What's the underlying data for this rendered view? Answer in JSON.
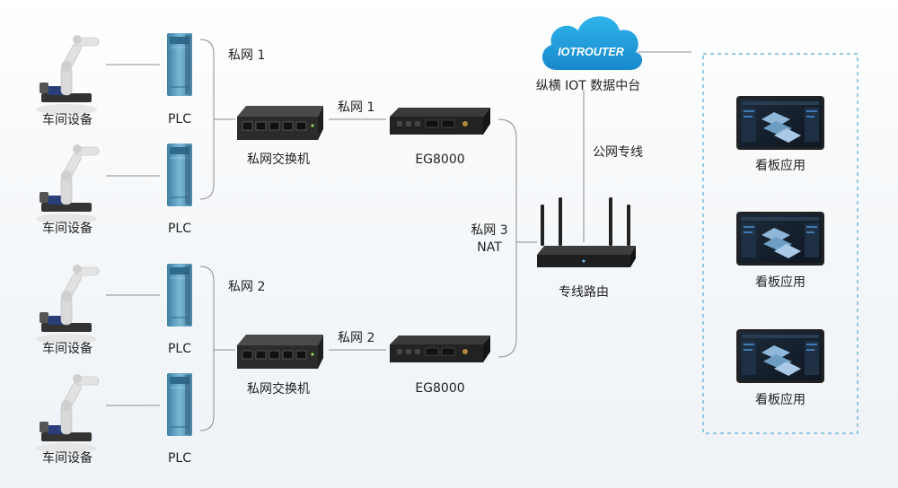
{
  "workshop_label": "车间设备",
  "plc_label": "PLC",
  "switch_label": "私网交换机",
  "gateway_label": "EG8000",
  "private_net_1": "私网 1",
  "private_net_2": "私网 2",
  "private_net_3": "私网 3",
  "nat_label": "NAT",
  "router_label": "专线路由",
  "public_line_label": "公网专线",
  "cloud_logo_text": "IOTROUTER",
  "platform_label": "纵横 IOT 数据中台",
  "dashboard_label": "看板应用",
  "colors": {
    "line": "#8c8c8c",
    "dashed_box": "#5aa9d6",
    "cloud": "#1ea0dc",
    "plc": "#5c9bbd",
    "device_dark": "#2b2b2b"
  }
}
